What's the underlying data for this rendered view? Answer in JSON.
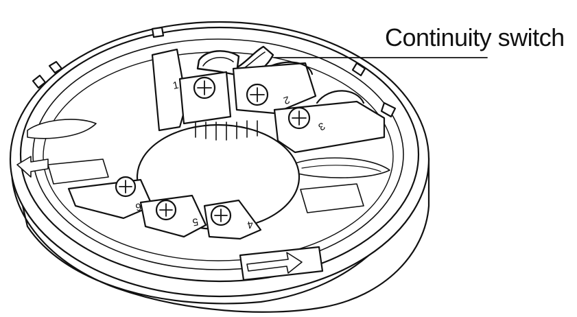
{
  "callout": {
    "label": "Continuity switch"
  },
  "terminals": [
    {
      "number": "1"
    },
    {
      "number": "2"
    },
    {
      "number": "3"
    },
    {
      "number": "4"
    },
    {
      "number": "5"
    },
    {
      "number": "6"
    }
  ],
  "colors": {
    "line": "#111111",
    "fill": "#ffffff"
  }
}
